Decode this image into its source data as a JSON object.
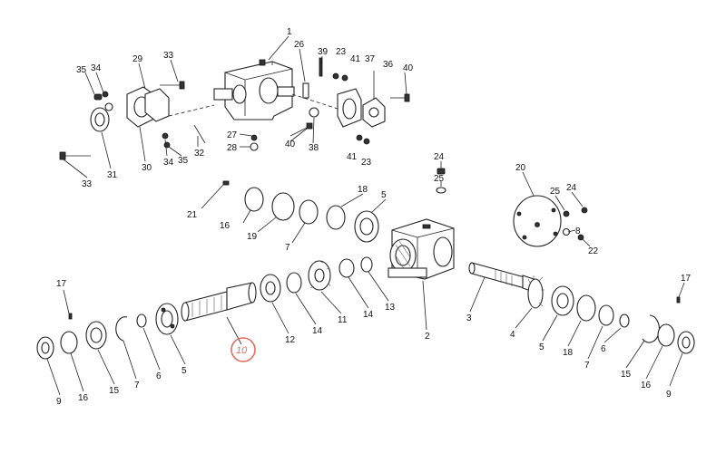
{
  "diagram": {
    "highlight_color": "#e07060",
    "highlighted_label": "10",
    "callouts": {
      "c1": "1",
      "c26": "26",
      "c39": "39",
      "c23a": "23",
      "c41a": "41",
      "c37": "37",
      "c36": "36",
      "c40a": "40",
      "c29": "29",
      "c33a": "33",
      "c35a": "35",
      "c34a": "34",
      "c40b": "40",
      "c38": "38",
      "c27": "27",
      "c28": "28",
      "c41b": "41",
      "c23b": "23",
      "c31": "31",
      "c30": "30",
      "c34b": "34",
      "c35b": "35",
      "c32": "32",
      "c33b": "33",
      "c24a": "24",
      "c25a": "25",
      "c20": "20",
      "c25b": "25",
      "c24b": "24",
      "c8": "8",
      "c22": "22",
      "c21": "21",
      "c16a": "16",
      "c19": "19",
      "c7a": "7",
      "c18a": "18",
      "c5a": "5",
      "c17a": "17",
      "c9a": "9",
      "c16b": "16",
      "c15a": "15",
      "c7b": "7",
      "c6a": "6",
      "c5b": "5",
      "c12": "12",
      "c14a": "14",
      "c11": "11",
      "c14b": "14",
      "c13": "13",
      "c2": "2",
      "c3": "3",
      "c4": "4",
      "c5c": "5",
      "c18b": "18",
      "c7c": "7",
      "c6b": "6",
      "c15b": "15",
      "c16c": "16",
      "c9b": "9",
      "c17b": "17"
    }
  }
}
